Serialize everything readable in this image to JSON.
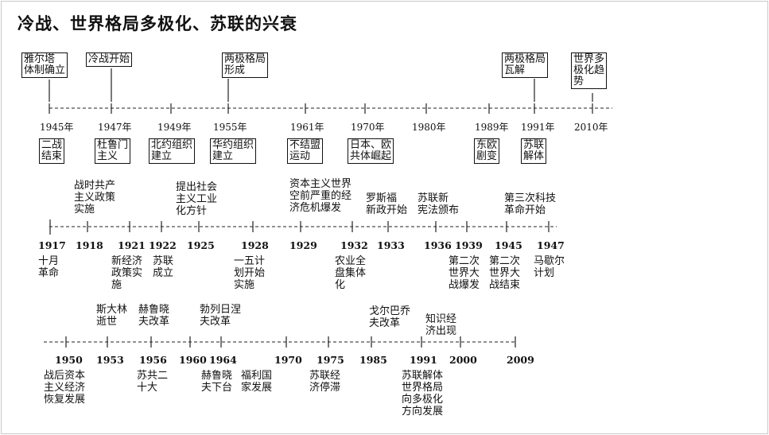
{
  "title": "冷战、世界格局多极化、苏联的兴衰",
  "timeline1": {
    "years": [
      "1945年",
      "1947年",
      "1949年",
      "1955年",
      "1961年",
      "1970年",
      "1980年",
      "1989年",
      "1991年",
      "2010年"
    ],
    "top_events": [
      "雅尔塔\n体制确立",
      "冷战开始",
      "两极格局\n形成",
      "两极格局\n瓦解",
      "世界多\n极化趋\n势"
    ],
    "bottom_events": [
      "二战\n结束",
      "杜鲁门\n主义",
      "北约组织\n建立",
      "华约组织\n建立",
      "不结盟\n运动",
      "日本、欧\n共体崛起",
      "东欧\n剧变",
      "苏联\n解体"
    ]
  },
  "timeline2": {
    "years": [
      "1917",
      "1918",
      "1921",
      "1922",
      "1925",
      "1928",
      "1929",
      "1932",
      "1933",
      "1936",
      "1939",
      "1945",
      "1947"
    ],
    "top_events": [
      "战时共产\n主义政策\n实施",
      "提出社会\n主义工业\n化方针",
      "资本主义世界\n空前严重的经\n济危机爆发",
      "罗斯福\n新政开始",
      "苏联新\n宪法颁布",
      "第三次科技\n革命开始"
    ],
    "bottom_events": [
      "十月\n革命",
      "新经济\n政策实\n施",
      "苏联\n成立",
      "一五计\n划开始\n实施",
      "农业全\n盘集体\n化",
      "第二次\n世界大\n战爆发",
      "第二次\n世界大\n战结束",
      "马歇尔\n计划"
    ]
  },
  "timeline3": {
    "years": [
      "1950",
      "1953",
      "1956",
      "1960",
      "1964",
      "1970",
      "1975",
      "1985",
      "1991",
      "2000",
      "2009"
    ],
    "top_events": [
      "斯大林\n逝世",
      "赫鲁晓\n夫改革",
      "勃列日涅\n夫改革",
      "戈尔巴乔\n夫改革",
      "知识经\n济出现"
    ],
    "bottom_events": [
      "战后资本\n主义经济\n恢复发展",
      "苏共二\n十大",
      "赫鲁晓\n夫下台",
      "福利国\n家发展",
      "苏联经\n济停滞",
      "苏联解体\n世界格局\n向多极化\n方向发展"
    ]
  }
}
